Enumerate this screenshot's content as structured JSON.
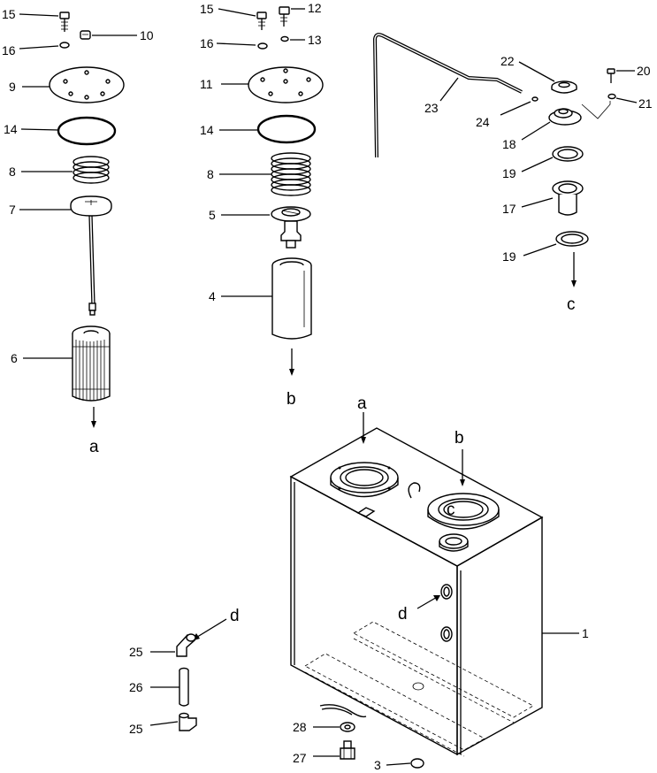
{
  "callouts": {
    "p15a": "15",
    "p10": "10",
    "p16a": "16",
    "p9": "9",
    "p14a": "14",
    "p8a": "8",
    "p7": "7",
    "p6": "6",
    "p15b": "15",
    "p12": "12",
    "p16b": "16",
    "p13": "13",
    "p11": "11",
    "p14b": "14",
    "p8b": "8",
    "p5": "5",
    "p4": "4",
    "p22": "22",
    "p20": "20",
    "p21": "21",
    "p23": "23",
    "p24": "24",
    "p18": "18",
    "p19a": "19",
    "p17": "17",
    "p19b": "19",
    "p1": "1",
    "p25a": "25",
    "p26": "26",
    "p25b": "25",
    "p28": "28",
    "p27": "27",
    "p3": "3"
  },
  "connection_letters": {
    "a_filter": "a",
    "b_filter": "b",
    "c_strainer": "c",
    "a_tank": "a",
    "b_tank": "b",
    "c_tank": "c",
    "d_tank": "d",
    "d_pipe": "d"
  }
}
